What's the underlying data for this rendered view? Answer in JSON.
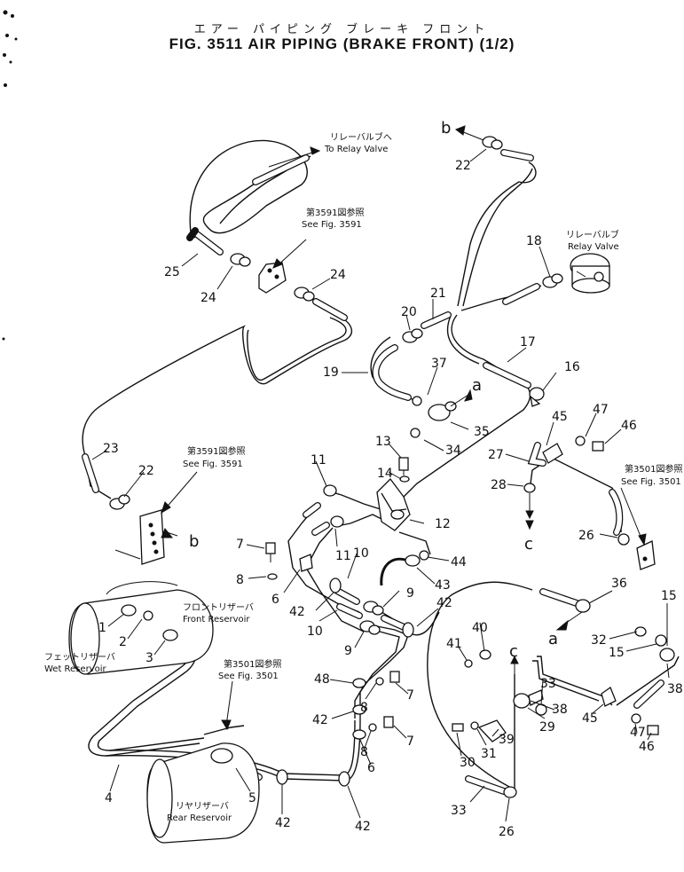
{
  "title_jp": "エアー パイピング ブレーキ フロント",
  "title_en": "FIG. 3511  AIR PIPING (BRAKE FRONT) (1/2)",
  "labels": {
    "to_relay_jp": "リレーバルブへ",
    "to_relay_en": "To Relay Valve",
    "see3591a_jp": "第3591図参照",
    "see3591a_en": "See Fig. 3591",
    "relay_valve_jp": "リレーバルブ",
    "relay_valve_en": "Relay Valve",
    "see3591b_jp": "第3591図参照",
    "see3591b_en": "See Fig. 3591",
    "see3501a_jp": "第3501図参照",
    "see3501a_en": "See Fig. 3501",
    "front_res_jp": "フロントリザーバ",
    "front_res_en": "Front Reservoir",
    "wet_res_jp": "フェットリザーバ",
    "wet_res_en": "Wet Reservoir",
    "see3501b_jp": "第3501図参照",
    "see3501b_en": "See Fig. 3501",
    "rear_res_jp": "リヤリザーバ",
    "rear_res_en": "Rear Reservoir"
  },
  "letters": {
    "b1": "b",
    "b2": "b",
    "a1": "a",
    "a2": "a",
    "c1": "c",
    "c2": "c"
  },
  "callouts": {
    "n22a": "22",
    "n25": "25",
    "n24a": "24",
    "n24b": "24",
    "n18": "18",
    "n21": "21",
    "n20": "20",
    "n17": "17",
    "n16": "16",
    "n19": "19",
    "n37": "37",
    "n35": "35",
    "n34": "34",
    "n13": "13",
    "n14": "14",
    "n12": "12",
    "n11a": "11",
    "n11b": "11",
    "n10a": "10",
    "n10b": "10",
    "n23": "23",
    "n22b": "22",
    "n7a": "7",
    "n8a": "8",
    "n6a": "6",
    "n42a": "42",
    "n44": "44",
    "n43": "43",
    "n9a": "9",
    "n9b": "9",
    "n42b": "42",
    "n45a": "45",
    "n47a": "47",
    "n46a": "46",
    "n27": "27",
    "n28": "28",
    "n26a": "26",
    "n1": "1",
    "n2": "2",
    "n3": "3",
    "n48": "48",
    "n42c": "42",
    "n8b": "8",
    "n7b": "7",
    "n8c": "8",
    "n7c": "7",
    "n6b": "6",
    "n4": "4",
    "n5": "5",
    "n42d": "42",
    "n42e": "42",
    "n36": "36",
    "n15a": "15",
    "n15b": "15",
    "n32": "32",
    "n40": "40",
    "n41": "41",
    "n33a": "33",
    "n38a": "38",
    "n38b": "38",
    "n45b": "45",
    "n47b": "47",
    "n46b": "46",
    "n39": "39",
    "n29": "29",
    "n30": "30",
    "n31": "31",
    "n33b": "33",
    "n26b": "26"
  }
}
